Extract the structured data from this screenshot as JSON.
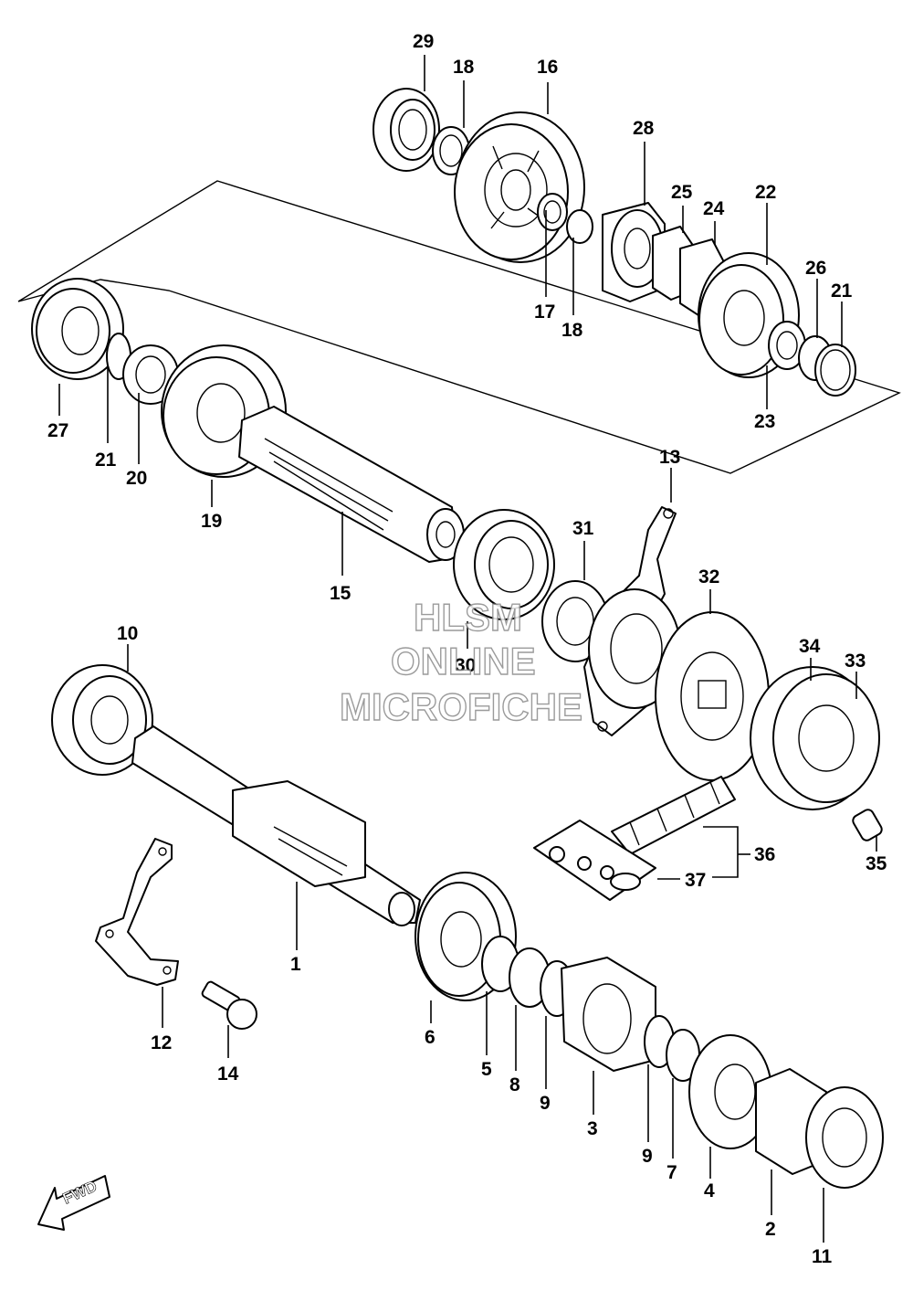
{
  "watermark": {
    "line1": "HLSM",
    "line2": "ONLINE",
    "line3": "MICROFICHE"
  },
  "direction_badge": {
    "label": "FWD"
  },
  "callouts": {
    "c1": "1",
    "c2": "2",
    "c3": "3",
    "c4": "4",
    "c5": "5",
    "c6": "6",
    "c7": "7",
    "c8": "8",
    "c9a": "9",
    "c9b": "9",
    "c10": "10",
    "c11": "11",
    "c12": "12",
    "c13": "13",
    "c14": "14",
    "c15": "15",
    "c16": "16",
    "c17": "17",
    "c18a": "18",
    "c18b": "18",
    "c19": "19",
    "c20": "20",
    "c21a": "21",
    "c21b": "21",
    "c22": "22",
    "c23": "23",
    "c24": "24",
    "c25": "25",
    "c26": "26",
    "c27": "27",
    "c28": "28",
    "c29": "29",
    "c30": "30",
    "c31": "31",
    "c32": "32",
    "c33": "33",
    "c34": "34",
    "c35": "35",
    "c36": "36",
    "c37": "37"
  }
}
